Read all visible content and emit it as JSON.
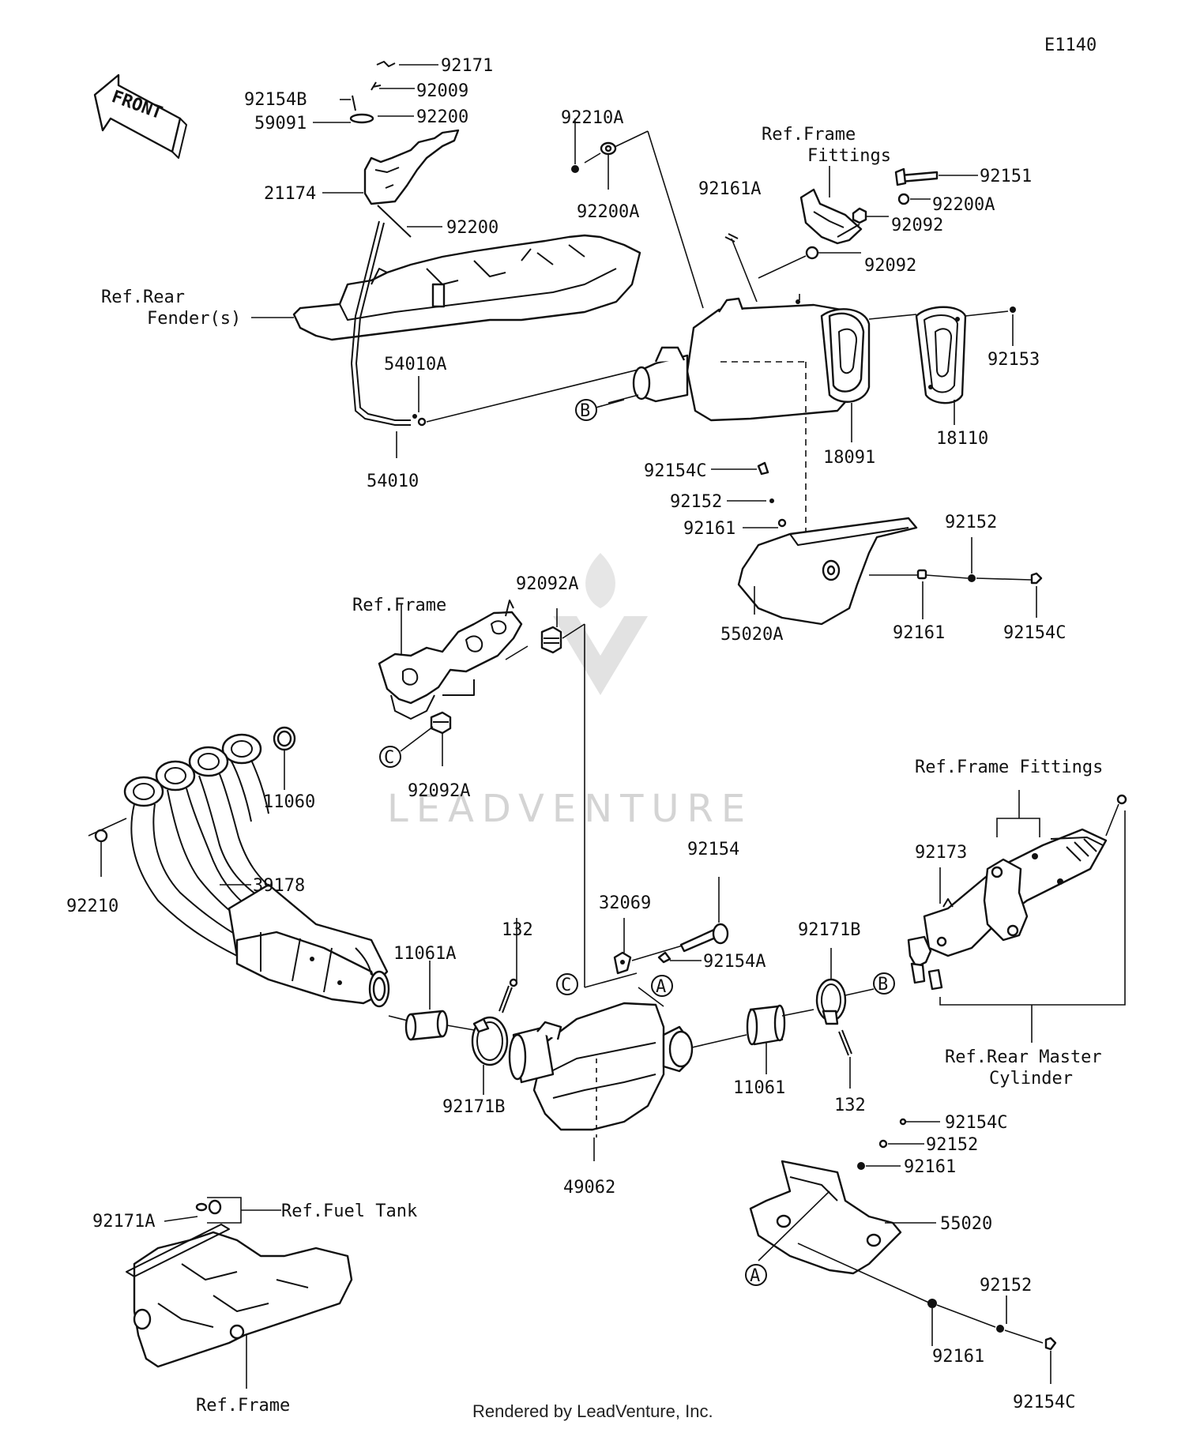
{
  "diagram_code": "E1140",
  "front_arrow_label": "FRONT",
  "watermark": "LEADVENTURE",
  "footer": "Rendered by LeadVenture, Inc.",
  "callouts": {
    "A": "A",
    "B": "B",
    "C": "C"
  },
  "labels": {
    "p92171": "92171",
    "p92154B": "92154B",
    "p92009": "92009",
    "p59091": "59091",
    "p92200_top": "92200",
    "p21174": "21174",
    "p92200_mid": "92200",
    "ref_rear_fender_1": "Ref.Rear",
    "ref_rear_fender_2": "Fender(s)",
    "p54010A": "54010A",
    "p54010": "54010",
    "p92210A": "92210A",
    "p92200A_1": "92200A",
    "p92161A": "92161A",
    "ref_frame_fittings_1a": "Ref.Frame",
    "ref_frame_fittings_1b": "Fittings",
    "p92151": "92151",
    "p92200A_2": "92200A",
    "p92092_1": "92092",
    "p92092_2": "92092",
    "p92153": "92153",
    "p18091": "18091",
    "p18110": "18110",
    "p92154C_1": "92154C",
    "p92152_1": "92152",
    "p92161_1": "92161",
    "p92152_2": "92152",
    "p55020A": "55020A",
    "p92161_2": "92161",
    "p92154C_2": "92154C",
    "ref_frame_1": "Ref.Frame",
    "p92092A_1": "92092A",
    "p92092A_2": "92092A",
    "p11060": "11060",
    "p92210": "92210",
    "p39178": "39178",
    "p11061A": "11061A",
    "p132_1": "132",
    "p92171B_1": "92171B",
    "p32069": "32069",
    "p92154": "92154",
    "p92154A": "92154A",
    "p49062": "49062",
    "p92171B_2": "92171B",
    "p11061": "11061",
    "p132_2": "132",
    "ref_frame_fittings_2": "Ref.Frame Fittings",
    "p92173": "92173",
    "ref_rear_master_1": "Ref.Rear Master",
    "ref_rear_master_2": "Cylinder",
    "p92154C_3": "92154C",
    "p92152_3": "92152",
    "p92161_3": "92161",
    "p55020": "55020",
    "p92152_4": "92152",
    "p92161_4": "92161",
    "p92154C_4": "92154C",
    "p92171A": "92171A",
    "ref_fuel_tank": "Ref.Fuel Tank",
    "ref_frame_2": "Ref.Frame"
  }
}
